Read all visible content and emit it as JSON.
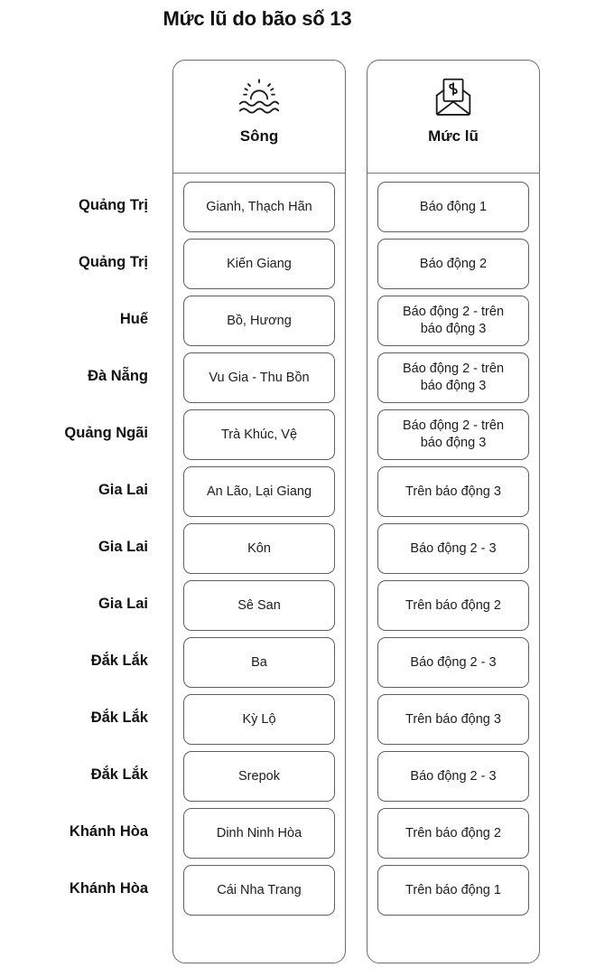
{
  "title": "Mức lũ do bão số 13",
  "columns": [
    {
      "key": "river",
      "header": "Sông",
      "icon": "sun-over-water-icon"
    },
    {
      "key": "level",
      "header": "Mức lũ",
      "icon": "envelope-with-money-letter-icon"
    }
  ],
  "rows": [
    {
      "province": "Quảng Trị",
      "river": "Gianh, Thạch Hãn",
      "level": "Báo động 1"
    },
    {
      "province": "Quảng Trị",
      "river": "Kiến Giang",
      "level": "Báo động 2"
    },
    {
      "province": "Huế",
      "river": "Bồ, Hương",
      "level": "Báo động 2 - trên\nbáo động 3"
    },
    {
      "province": "Đà Nẵng",
      "river": "Vu Gia - Thu Bồn",
      "level": "Báo động 2 - trên\nbáo động 3"
    },
    {
      "province": "Quảng Ngãi",
      "river": "Trà Khúc, Vệ",
      "level": "Báo động 2 - trên\nbáo động 3"
    },
    {
      "province": "Gia Lai",
      "river": "An Lão, Lại Giang",
      "level": "Trên báo động 3"
    },
    {
      "province": "Gia Lai",
      "river": "Kôn",
      "level": "Báo động 2 - 3"
    },
    {
      "province": "Gia Lai",
      "river": "Sê San",
      "level": "Trên báo động 2"
    },
    {
      "province": "Đắk Lắk",
      "river": "Ba",
      "level": "Báo động 2 - 3"
    },
    {
      "province": "Đắk Lắk",
      "river": "Kỳ Lộ",
      "level": "Trên báo động 3"
    },
    {
      "province": "Đắk Lắk",
      "river": "Srepok",
      "level": "Báo động 2 - 3"
    },
    {
      "province": "Khánh Hòa",
      "river": "Dinh Ninh Hòa",
      "level": "Trên báo động 2"
    },
    {
      "province": "Khánh Hòa",
      "river": "Cái Nha Trang",
      "level": "Trên báo động 1"
    }
  ],
  "colors": {
    "background": "#ffffff",
    "text": "#1a1a1a",
    "border": "#5f5f5f",
    "column_border": "#6d6d6d"
  }
}
